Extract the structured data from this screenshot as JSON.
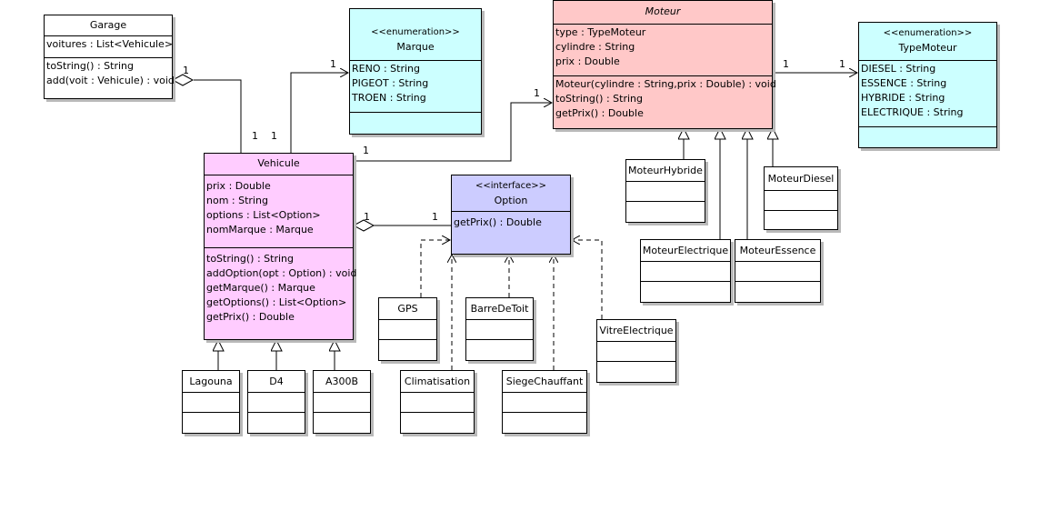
{
  "classes": {
    "garage": {
      "name": "Garage",
      "attributes": [
        "voitures : List<Vehicule>"
      ],
      "methods": [
        "toString() : String",
        "add(voit : Vehicule) : void"
      ]
    },
    "marque": {
      "stereotype": "<<enumeration>>",
      "name": "Marque",
      "attributes": [
        "RENO : String",
        "PIGEOT : String",
        "TROEN : String"
      ]
    },
    "moteur": {
      "name": "Moteur",
      "attributes": [
        "type : TypeMoteur",
        "cylindre : String",
        "prix : Double"
      ],
      "methods": [
        "Moteur(cylindre : String,prix : Double) : void",
        "toString() : String",
        "getPrix() : Double"
      ]
    },
    "typemoteur": {
      "stereotype": "<<enumeration>>",
      "name": "TypeMoteur",
      "attributes": [
        "DIESEL : String",
        "ESSENCE : String",
        "HYBRIDE : String",
        "ELECTRIQUE : String"
      ]
    },
    "vehicule": {
      "name": "Vehicule",
      "attributes": [
        "prix : Double",
        "nom : String",
        "options : List<Option>",
        "nomMarque : Marque"
      ],
      "methods": [
        "toString() : String",
        "addOption(opt : Option) : void",
        "getMarque() : Marque",
        "getOptions() : List<Option>",
        "getPrix() : Double"
      ]
    },
    "option": {
      "stereotype": "<<interface>>",
      "name": "Option",
      "methods": [
        "getPrix() : Double"
      ]
    },
    "moteurhybride": {
      "name": "MoteurHybride"
    },
    "moteurdiesel": {
      "name": "MoteurDiesel"
    },
    "moteurelectrique": {
      "name": "MoteurElectrique"
    },
    "moteuressence": {
      "name": "MoteurEssence"
    },
    "gps": {
      "name": "GPS"
    },
    "barredetoit": {
      "name": "BarreDeToit"
    },
    "vitreelectrique": {
      "name": "VitreElectrique"
    },
    "climatisation": {
      "name": "Climatisation"
    },
    "siegechauffant": {
      "name": "SiegeChauffant"
    },
    "lagouna": {
      "name": "Lagouna"
    },
    "d4": {
      "name": "D4"
    },
    "a300b": {
      "name": "A300B"
    }
  },
  "multiplicities": {
    "garage_end": "1",
    "vehicule_garage_end": "1",
    "vehicule_marque_end": "1",
    "marque_end": "1",
    "vehicule_moteur_end": "1",
    "moteur_vehicule_end": "1",
    "moteur_typemoteur_end": "1",
    "typemoteur_end": "1",
    "vehicule_option_end": "1",
    "option_end": "1"
  },
  "colors": {
    "enumeration": "#ccffff",
    "abstract": "#ffc8c8",
    "vehicule": "#ffccff",
    "interface": "#ccccff",
    "plain": "#ffffff"
  }
}
